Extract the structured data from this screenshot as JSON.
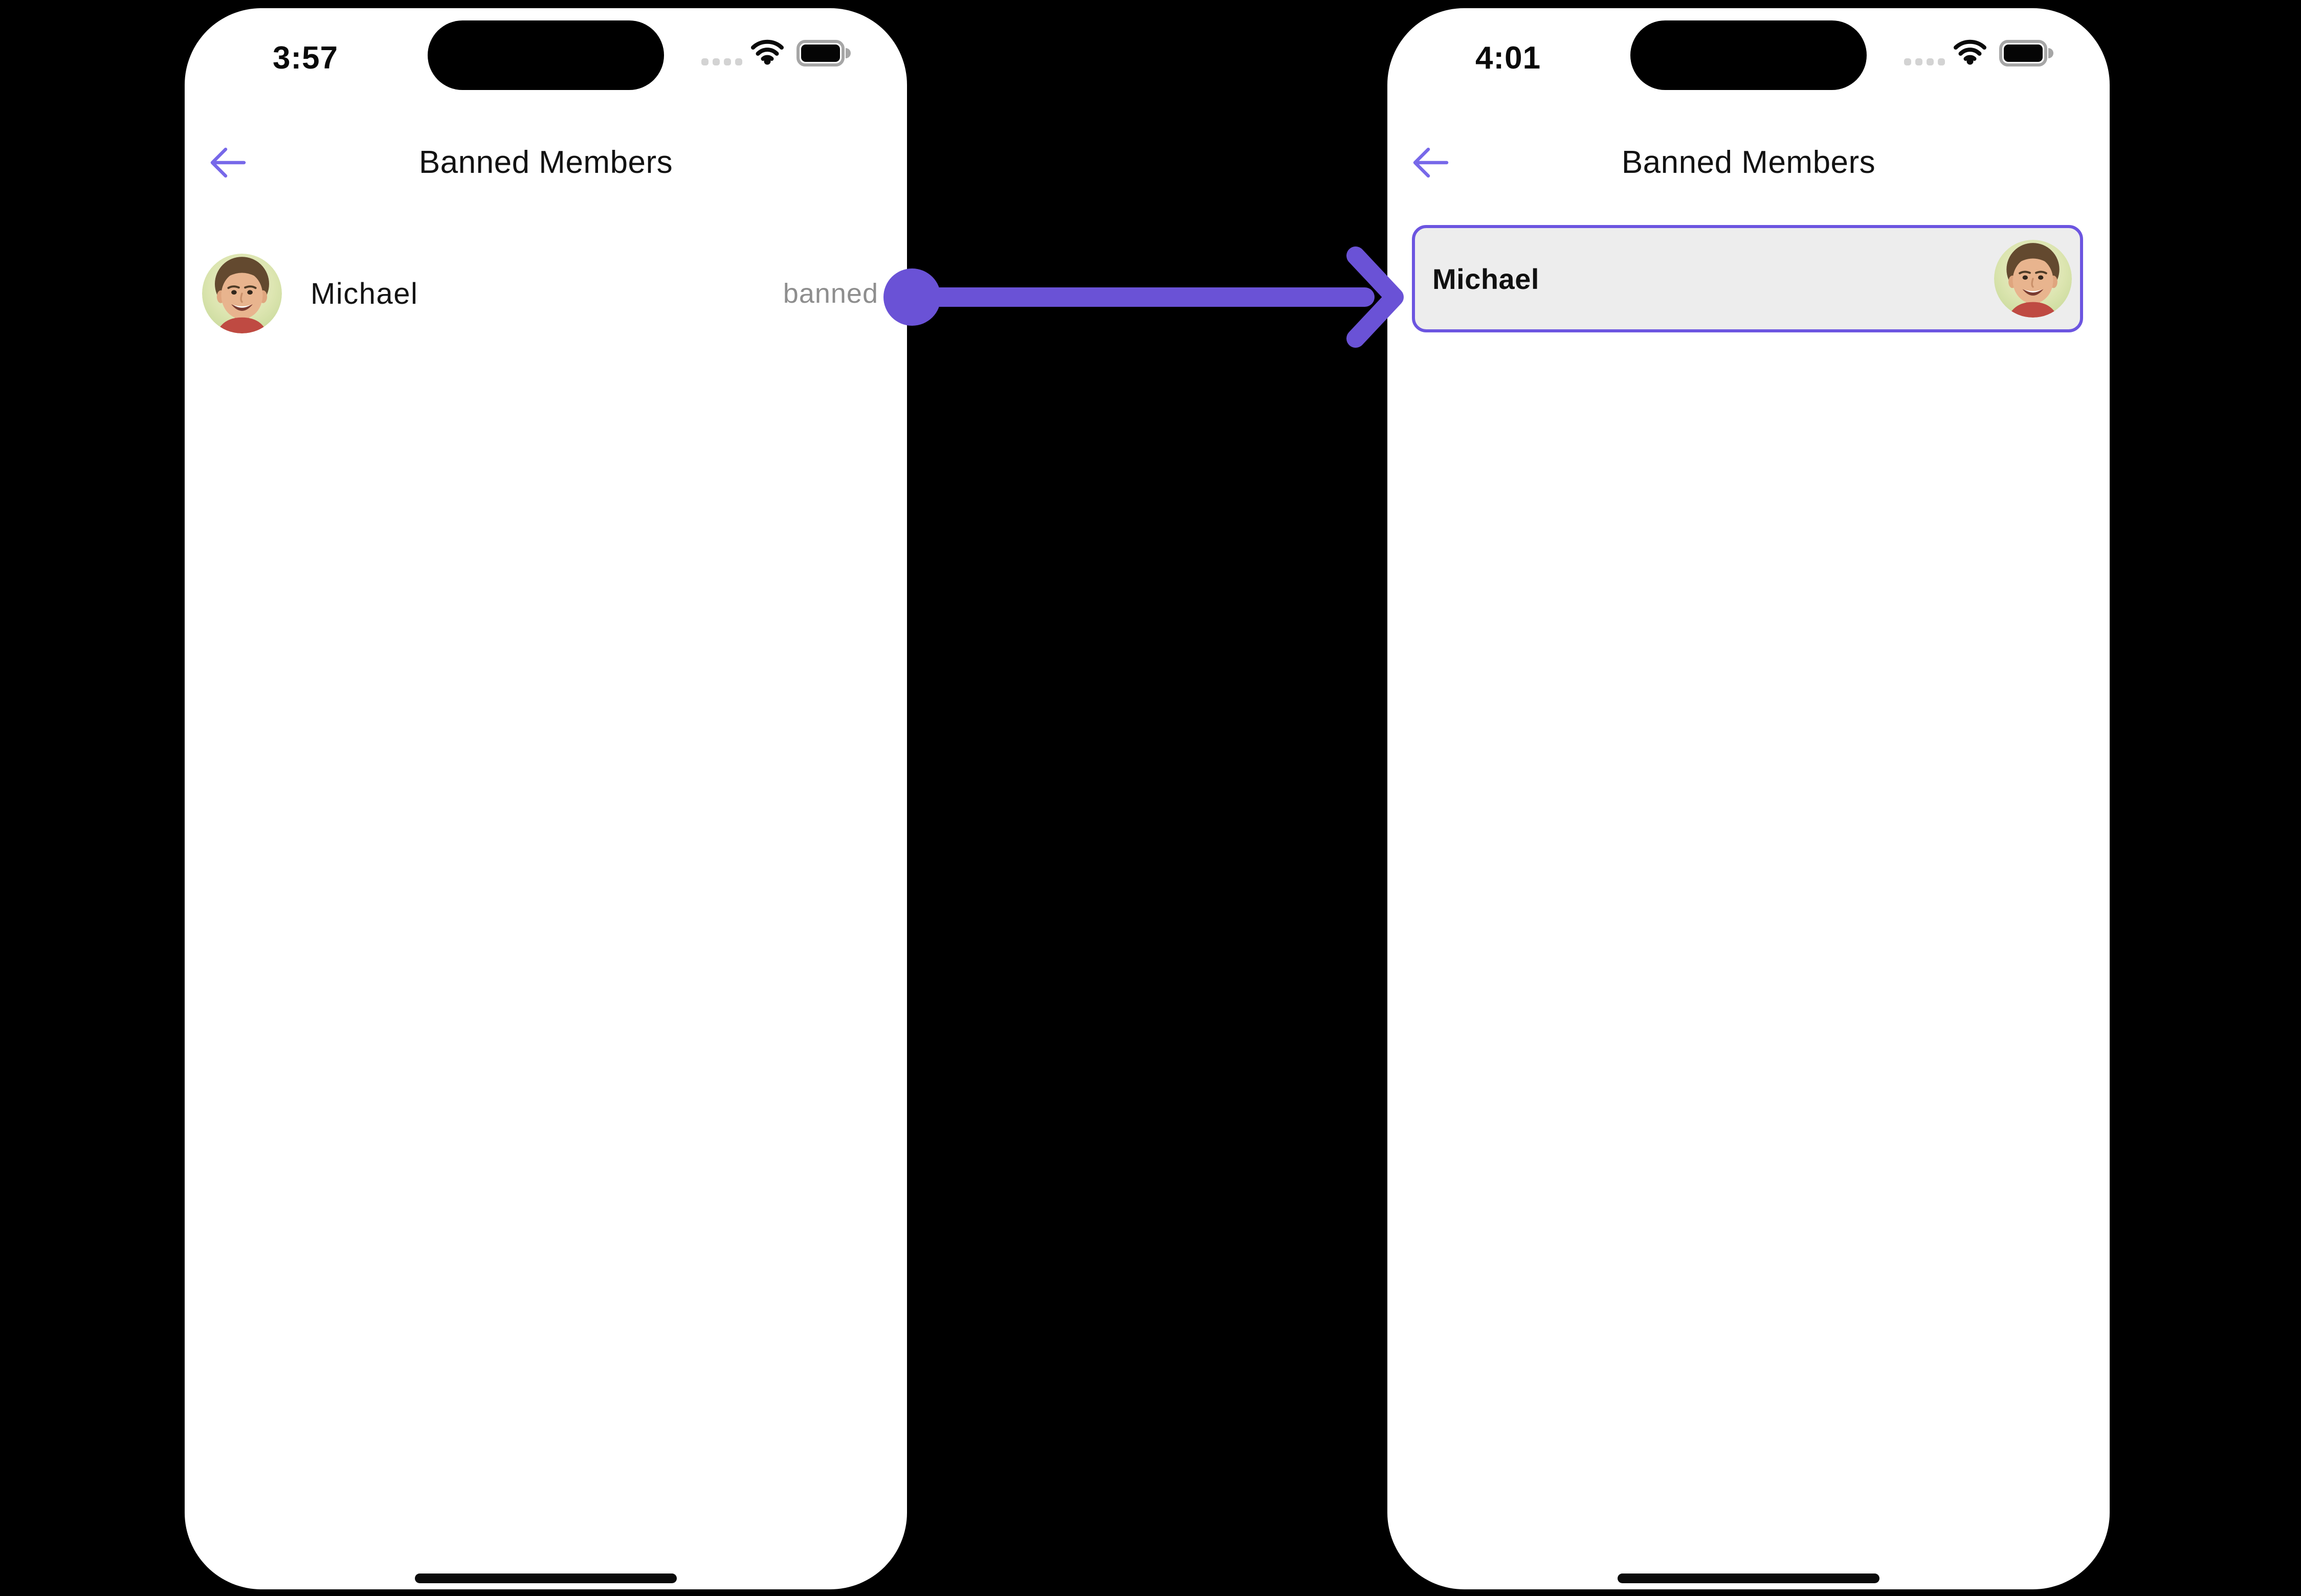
{
  "colors": {
    "accent": "#6A52D6",
    "back_arrow": "#7768E9",
    "card_border": "#6C55E0",
    "card_bg": "#EDEDED",
    "banned_text": "#8E8E8E"
  },
  "phones": [
    {
      "side": "left",
      "status_bar": {
        "time": "3:57"
      },
      "header": {
        "title": "Banned Members",
        "back_icon": "arrow-left"
      },
      "member": {
        "name": "Michael",
        "status": "banned",
        "avatar": "man-smiling-photo"
      }
    },
    {
      "side": "right",
      "status_bar": {
        "time": "4:01"
      },
      "header": {
        "title": "Banned Members",
        "back_icon": "arrow-left"
      },
      "member": {
        "name": "Michael",
        "avatar": "man-smiling-photo",
        "selected": true
      }
    }
  ],
  "annotation": {
    "shape": "arrow-right-connector",
    "from": "left-phone banned member row",
    "to": "right-phone selected member card"
  },
  "icons": {
    "status": [
      "cellular-dots-icon",
      "wifi-icon",
      "battery-icon"
    ],
    "dynamic_island": "dynamic-island",
    "home": "home-indicator"
  }
}
